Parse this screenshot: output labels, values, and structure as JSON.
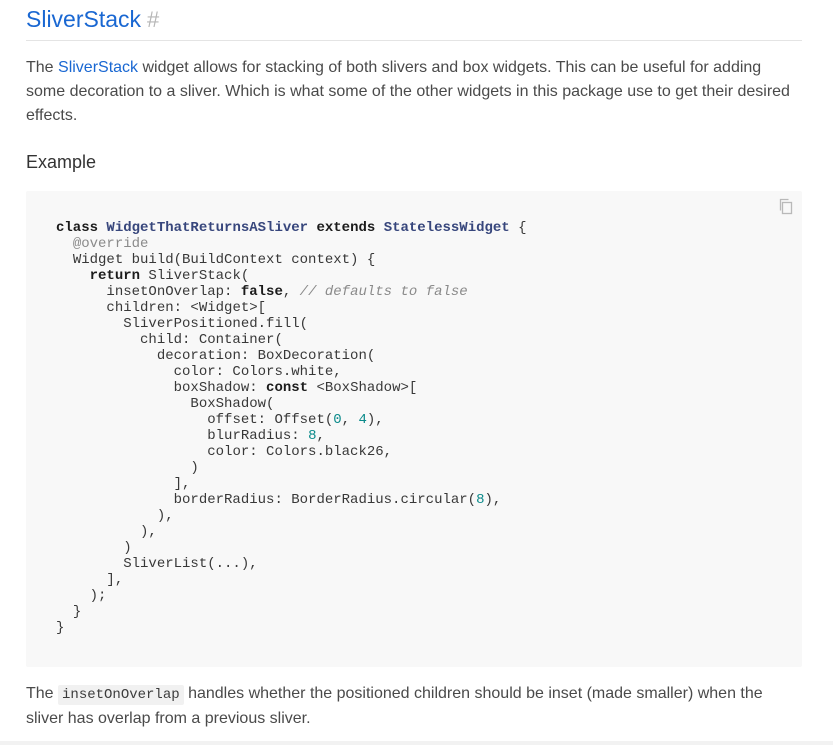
{
  "heading": {
    "title": "SliverStack",
    "anchor": "#"
  },
  "intro": {
    "lead": "The ",
    "link": "SliverStack",
    "rest": " widget allows for stacking of both slivers and box widgets. This can be useful for adding some decoration to a sliver. Which is what some of the other widgets in this package use to get their desired effects."
  },
  "example": {
    "heading": "Example",
    "copy_icon": "copy-icon",
    "code": {
      "l1_class": "class",
      "l1_name": "WidgetThatReturnsASliver",
      "l1_extends": "extends",
      "l1_base": "StatelessWidget",
      "l1_brace": " {",
      "l2_annotation": "@override",
      "l3": "Widget build(BuildContext context) {",
      "l4_return": "return",
      "l4_rest": " SliverStack(",
      "l5_key": "insetOnOverlap: ",
      "l5_value": "false",
      "l5_comma": ", ",
      "l5_comment": "// defaults to false",
      "l6": "children: <Widget>[",
      "l7": "SliverPositioned.fill(",
      "l8": "child: Container(",
      "l9": "decoration: BoxDecoration(",
      "l10": "color: Colors.white,",
      "l11_key": "boxShadow: ",
      "l11_const": "const",
      "l11_rest": " <BoxShadow>[",
      "l12": "BoxShadow(",
      "l13_a": "offset: Offset(",
      "l13_n1": "0",
      "l13_b": ", ",
      "l13_n2": "4",
      "l13_c": "),",
      "l14_a": "blurRadius: ",
      "l14_n": "8",
      "l14_b": ",",
      "l15": "color: Colors.black26,",
      "l16": ")",
      "l17": "],",
      "l18_a": "borderRadius: BorderRadius.circular(",
      "l18_n": "8",
      "l18_b": "),",
      "l19": "),",
      "l20": "),",
      "l21": ")",
      "l22": "SliverList(...),",
      "l23": "],",
      "l24": ");",
      "l25": "}",
      "l26": "}"
    }
  },
  "outro": {
    "lead": "The ",
    "code": "insetOnOverlap",
    "rest": " handles whether the positioned children should be inset (made smaller) when the sliver has overlap from a previous sliver."
  },
  "colors": {
    "link": "#1967d2",
    "code_background": "#f8f8f8"
  }
}
